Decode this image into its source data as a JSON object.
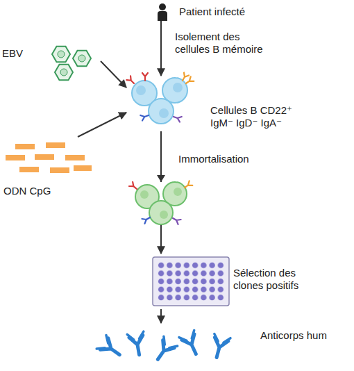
{
  "diagram": {
    "nodes": [
      {
        "text": [
          "Patient infecté"
        ]
      },
      {
        "text": [
          "EBV"
        ]
      },
      {
        "text": [
          "Cellules B CD22⁺ IgM⁻ IgD⁻ IgA⁻"
        ]
      },
      {
        "text": [
          "ODN CpG"
        ]
      },
      {
        "text": [
          "Sélection des clones positifs"
        ]
      },
      {
        "text": [
          "Anticorps hum"
        ]
      }
    ],
    "edges": [
      {
        "from": 0,
        "to": 2,
        "arrow": "to",
        "label": "Isolement des cellules B mémoire"
      },
      {
        "from": 1,
        "to": 2,
        "arrow": "to"
      },
      {
        "from": 3,
        "to": 2,
        "arrow": "to"
      },
      {
        "from": 2,
        "to": 4,
        "arrow": "to",
        "label": "Immortalisation"
      },
      {
        "from": 4,
        "to": 5,
        "arrow": "to"
      }
    ]
  }
}
